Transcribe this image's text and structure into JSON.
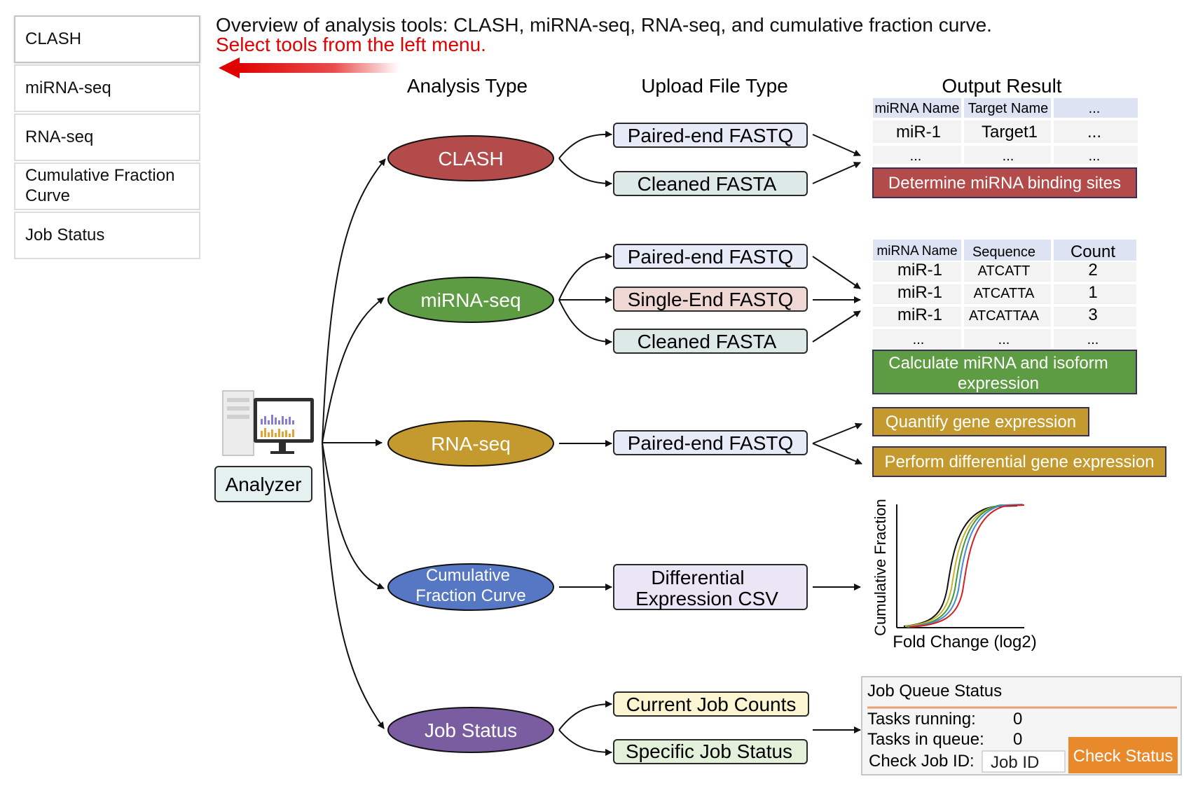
{
  "menu": {
    "items": [
      {
        "label": "CLASH",
        "active": true
      },
      {
        "label": "miRNA-seq"
      },
      {
        "label": "RNA-seq"
      },
      {
        "label": "Cumulative Fraction Curve"
      },
      {
        "label": "Job Status"
      }
    ]
  },
  "header": {
    "overview": "Overview of analysis tools: CLASH, miRNA-seq, RNA-seq, and cumulative fraction curve.",
    "instruction": "Select tools from the left menu."
  },
  "columns": {
    "analysis_type": "Analysis Type",
    "upload_file_type": "Upload File Type",
    "output_result": "Output Result"
  },
  "analyzer": {
    "label": "Analyzer"
  },
  "analyses": {
    "clash": "CLASH",
    "mirna": "miRNA-seq",
    "rnaseq": "RNA-seq",
    "cfc_line1": "Cumulative",
    "cfc_line2": "Fraction Curve",
    "job": "Job Status"
  },
  "files": {
    "paired_end_fastq": "Paired-end FASTQ",
    "cleaned_fasta": "Cleaned FASTA",
    "single_end_fastq": "Single-End FASTQ",
    "diff_csv_line1": "Differential",
    "diff_csv_line2": "Expression CSV",
    "current_job_counts": "Current Job Counts",
    "specific_job_status": "Specific Job Status"
  },
  "clash_table": {
    "headers": [
      "miRNA Name",
      "Target Name",
      "..."
    ],
    "rows": [
      [
        "miR-1",
        "Target1",
        "..."
      ],
      [
        "...",
        "...",
        "..."
      ]
    ],
    "caption": "Determine miRNA binding sites"
  },
  "mirna_table": {
    "headers": [
      "miRNA Name",
      "Sequence",
      "Count"
    ],
    "rows": [
      [
        "miR-1",
        "ATCATT",
        "2"
      ],
      [
        "miR-1",
        "ATCATTA",
        "1"
      ],
      [
        "miR-1",
        "ATCATTAA",
        "3"
      ],
      [
        "...",
        "...",
        "..."
      ]
    ],
    "caption_line1": "Calculate miRNA and isoform",
    "caption_line2": "expression"
  },
  "rnaseq_outputs": {
    "quantify": "Quantify gene expression",
    "differential": "Perform differential gene expression"
  },
  "mini_chart": {
    "ylabel": "Cumulative Fraction",
    "xlabel": "Fold Change (log2)"
  },
  "job_panel": {
    "title": "Job Queue Status",
    "tasks_running_label": "Tasks running:",
    "tasks_running_value": "0",
    "tasks_queue_label": "Tasks in queue:",
    "tasks_queue_value": "0",
    "check_label": "Check Job ID:",
    "job_id_placeholder": "Job ID",
    "check_button": "Check Status"
  },
  "colors": {
    "clash": "#b44b4b",
    "mirna": "#5e9c44",
    "rnaseq": "#c49a2e",
    "cfc": "#5577c4",
    "job": "#7a5ca0",
    "highlight_red": "#e00000",
    "check_button": "#e88a2c",
    "table_header": "#dde3f3"
  }
}
